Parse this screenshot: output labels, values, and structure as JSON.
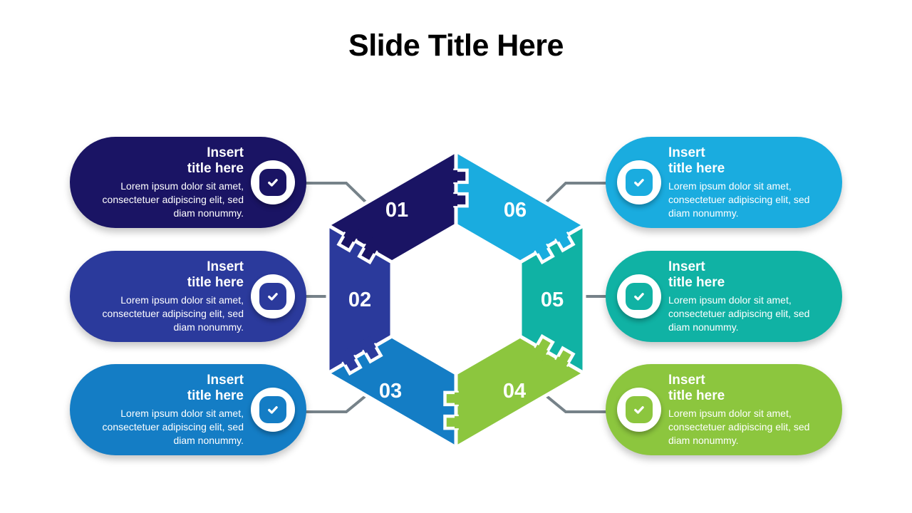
{
  "slide": {
    "title": "Slide Title Here",
    "title_color": "#000000",
    "background": "#ffffff"
  },
  "connector_color": "#768289",
  "check_color": "#ffffff",
  "items": [
    {
      "number": "01",
      "color": "#1a1464",
      "icon": "check-icon",
      "title": "Insert\ntitle here",
      "body": "Lorem ipsum dolor sit amet, consectetuer adipiscing elit, sed diam nonummy."
    },
    {
      "number": "02",
      "color": "#2b3a9c",
      "icon": "check-icon",
      "title": "Insert\ntitle here",
      "body": "Lorem ipsum dolor sit amet, consectetuer adipiscing elit, sed diam nonummy."
    },
    {
      "number": "03",
      "color": "#147dc5",
      "icon": "check-icon",
      "title": "Insert\ntitle here",
      "body": "Lorem ipsum dolor sit amet, consectetuer adipiscing elit, sed diam nonummy."
    },
    {
      "number": "04",
      "color": "#8cc63e",
      "icon": "check-icon",
      "title": "Insert\ntitle here",
      "body": "Lorem ipsum dolor sit amet, consectetuer adipiscing elit, sed diam nonummy."
    },
    {
      "number": "05",
      "color": "#10b2a4",
      "icon": "check-icon",
      "title": "Insert\ntitle here",
      "body": "Lorem ipsum dolor sit amet, consectetuer adipiscing elit, sed diam nonummy."
    },
    {
      "number": "06",
      "color": "#1aacdf",
      "icon": "check-icon",
      "title": "Insert\ntitle here",
      "body": "Lorem ipsum dolor sit amet, consectetuer adipiscing elit, sed diam nonummy."
    }
  ]
}
